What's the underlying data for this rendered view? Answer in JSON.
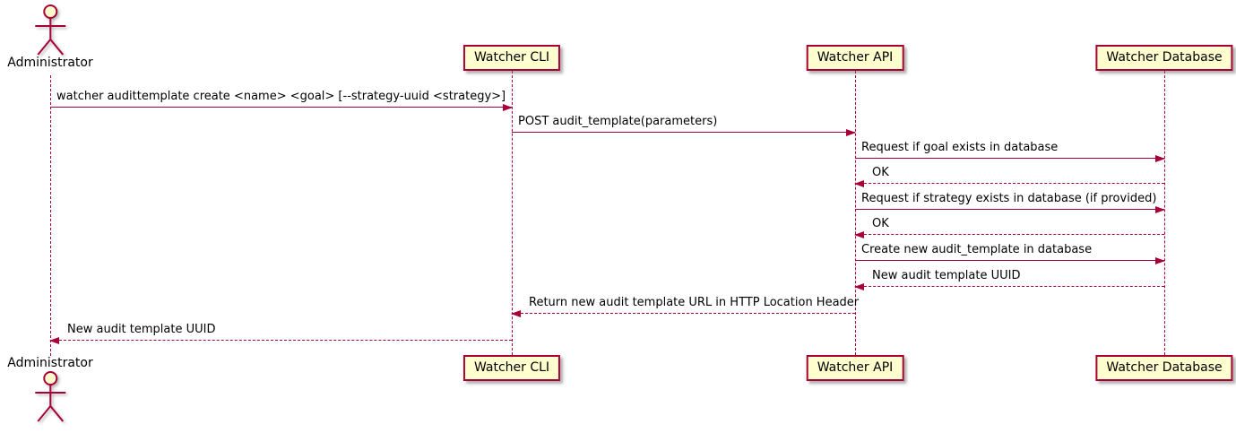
{
  "diagram_type": "uml-sequence",
  "colors": {
    "accent": "#A80036",
    "participant_fill": "#FEFECE",
    "lifeline": "#A80036",
    "text": "#000000",
    "background": "#FFFFFF"
  },
  "actor": {
    "name": "Administrator"
  },
  "participants": [
    {
      "name": "Watcher CLI"
    },
    {
      "name": "Watcher API"
    },
    {
      "name": "Watcher Database"
    }
  ],
  "messages": [
    {
      "from": "Administrator",
      "to": "Watcher CLI",
      "style": "solid",
      "label": "watcher audittemplate create <name> <goal> [--strategy-uuid <strategy>]"
    },
    {
      "from": "Watcher CLI",
      "to": "Watcher API",
      "style": "solid",
      "label": "POST audit_template(parameters)"
    },
    {
      "from": "Watcher API",
      "to": "Watcher Database",
      "style": "solid",
      "label": "Request if goal exists in database"
    },
    {
      "from": "Watcher Database",
      "to": "Watcher API",
      "style": "dashed",
      "label": "OK"
    },
    {
      "from": "Watcher API",
      "to": "Watcher Database",
      "style": "solid",
      "label": "Request if strategy exists in database (if provided)"
    },
    {
      "from": "Watcher Database",
      "to": "Watcher API",
      "style": "dashed",
      "label": "OK"
    },
    {
      "from": "Watcher API",
      "to": "Watcher Database",
      "style": "solid",
      "label": "Create new audit_template in database"
    },
    {
      "from": "Watcher Database",
      "to": "Watcher API",
      "style": "dashed",
      "label": "New audit template UUID"
    },
    {
      "from": "Watcher API",
      "to": "Watcher CLI",
      "style": "dashed",
      "label": "Return new audit template URL in HTTP Location Header"
    },
    {
      "from": "Watcher CLI",
      "to": "Administrator",
      "style": "dashed",
      "label": "New audit template UUID"
    }
  ]
}
